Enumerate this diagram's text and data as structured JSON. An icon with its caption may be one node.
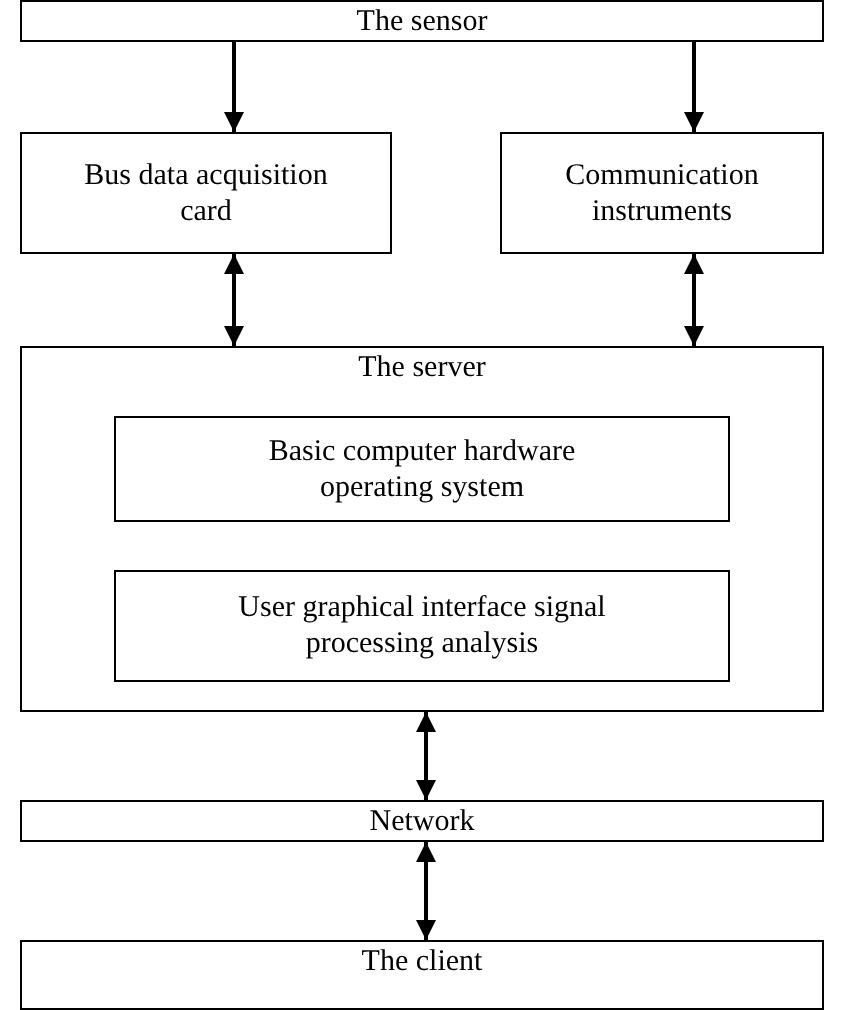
{
  "diagram": {
    "nodes": [
      {
        "text": [
          "The sensor"
        ]
      },
      {
        "text": [
          "Bus data acquisition card"
        ]
      },
      {
        "text": [
          "Communication instruments"
        ]
      },
      {
        "text": [
          "The server"
        ]
      },
      {
        "text": [
          "Basic computer hardware operating system"
        ],
        "in": 3
      },
      {
        "text": [
          "User graphical interface signal processing analysis"
        ],
        "in": 3
      },
      {
        "text": [
          "Network"
        ]
      },
      {
        "text": [
          "The client"
        ]
      }
    ],
    "edges": [
      {
        "from": 0,
        "to": 1,
        "arrow": "to"
      },
      {
        "from": 0,
        "to": 2,
        "arrow": "to"
      },
      {
        "from": 1,
        "to": 3,
        "arrow": "both"
      },
      {
        "from": 2,
        "to": 3,
        "arrow": "both"
      },
      {
        "from": 3,
        "to": 6,
        "arrow": "both"
      },
      {
        "from": 6,
        "to": 7,
        "arrow": "both"
      }
    ]
  }
}
